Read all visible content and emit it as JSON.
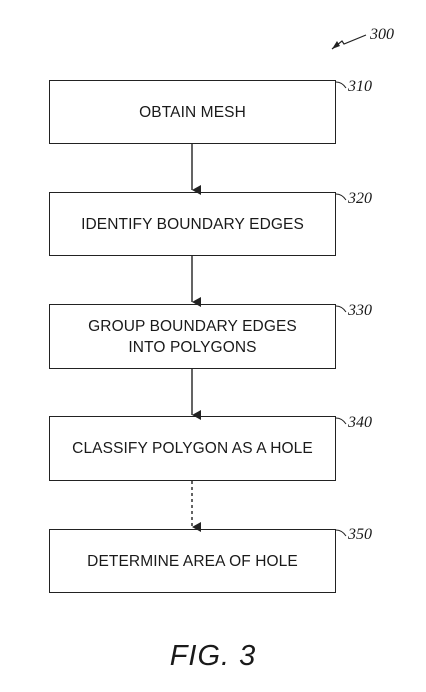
{
  "figure_ref": "300",
  "steps": [
    {
      "ref": "310",
      "label": "OBTAIN MESH"
    },
    {
      "ref": "320",
      "label": "IDENTIFY BOUNDARY EDGES"
    },
    {
      "ref": "330",
      "label": "GROUP BOUNDARY EDGES\nINTO POLYGONS"
    },
    {
      "ref": "340",
      "label": "CLASSIFY POLYGON AS A HOLE"
    },
    {
      "ref": "350",
      "label": "DETERMINE AREA OF HOLE"
    }
  ],
  "caption": "FIG. 3"
}
